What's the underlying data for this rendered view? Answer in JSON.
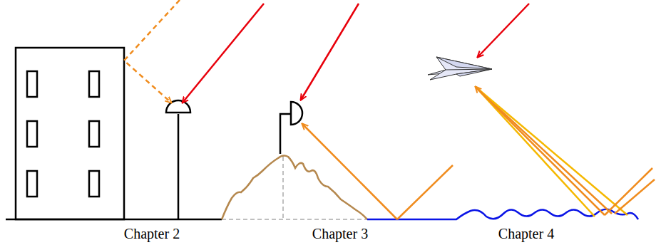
{
  "diagram": {
    "labels": [
      "Chapter 2",
      "Chapter 3",
      "Chapter 4"
    ]
  }
}
